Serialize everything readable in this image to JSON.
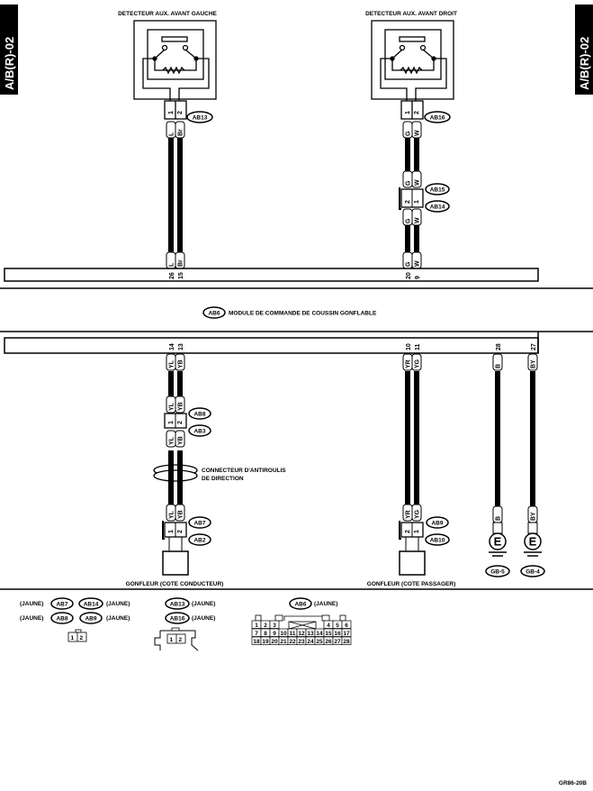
{
  "side_label_left": "A/B(R)-02",
  "side_label_right": "A/B(R)-02",
  "sensor_left": {
    "title": "DETECTEUR AUX. AVANT GAUCHE",
    "connector": "AB13",
    "pins": [
      "1",
      "2"
    ],
    "wires": [
      "L",
      "Br"
    ]
  },
  "sensor_right": {
    "title": "DETECTEUR AUX. AVANT DROIT",
    "connector": "AB16",
    "pins": [
      "1",
      "2"
    ],
    "wires": [
      "G",
      "W"
    ],
    "mid_connectors": [
      "AB15",
      "AB14"
    ],
    "mid_pins": [
      "2",
      "1"
    ],
    "mid_wires_top": [
      "G",
      "W"
    ],
    "mid_wires_bottom": [
      "G",
      "W"
    ]
  },
  "module": {
    "connector": "AB6",
    "title": "MODULE DE COMMANDE DE COUSSIN GONFLABLE",
    "top_pins": [
      "26",
      "15",
      "20",
      "9"
    ],
    "top_wires": [
      "L",
      "Br",
      "G",
      "W"
    ],
    "bottom_pins": [
      "14",
      "13",
      "10",
      "11",
      "28",
      "27"
    ],
    "bottom_wires": [
      "YL",
      "YB",
      "YR",
      "YG",
      "B",
      "BY"
    ]
  },
  "driver": {
    "conn_a": "AB8",
    "conn_b": "AB3",
    "pins_a": [
      "1",
      "2"
    ],
    "wires_a": [
      "YL",
      "YB"
    ],
    "wires_b": [
      "YL",
      "YB"
    ],
    "roll_connector": "CONNECTEUR D'ANTIROULIS",
    "roll_connector_2": "DE DIRECTION",
    "conn_c": "AB7",
    "conn_d": "AB2",
    "wires_c": [
      "YL",
      "YB"
    ],
    "pins_c": [
      "1",
      "2"
    ],
    "title": "GONFLEUR (COTE CONDUCTEUR)"
  },
  "passenger": {
    "conn_a": "AB9",
    "conn_b": "AB10",
    "wires": [
      "YR",
      "YG"
    ],
    "pins": [
      "2",
      "1"
    ],
    "title": "GONFLEUR (COTE PASSAGER)"
  },
  "grounds": [
    {
      "wire": "B",
      "symbol": "E",
      "label": "GB-5"
    },
    {
      "wire": "BY",
      "symbol": "E",
      "label": "GB-4"
    }
  ],
  "legend": {
    "color": "(JAUNE)",
    "group1": [
      "AB7",
      "AB14",
      "AB8",
      "AB9"
    ],
    "group2": [
      "AB13",
      "AB16"
    ],
    "group3": "AB6",
    "pins_small": [
      "1",
      "2"
    ],
    "pins_ab6_row1": [
      "1",
      "2",
      "3",
      "4",
      "5",
      "6"
    ],
    "pins_ab6_row2": [
      "7",
      "8",
      "9",
      "10",
      "11",
      "12",
      "13",
      "14",
      "15",
      "16",
      "17"
    ],
    "pins_ab6_row3": [
      "18",
      "19",
      "20",
      "21",
      "22",
      "23",
      "24",
      "25",
      "26",
      "27",
      "28"
    ]
  },
  "footer_code": "GR86-20B"
}
